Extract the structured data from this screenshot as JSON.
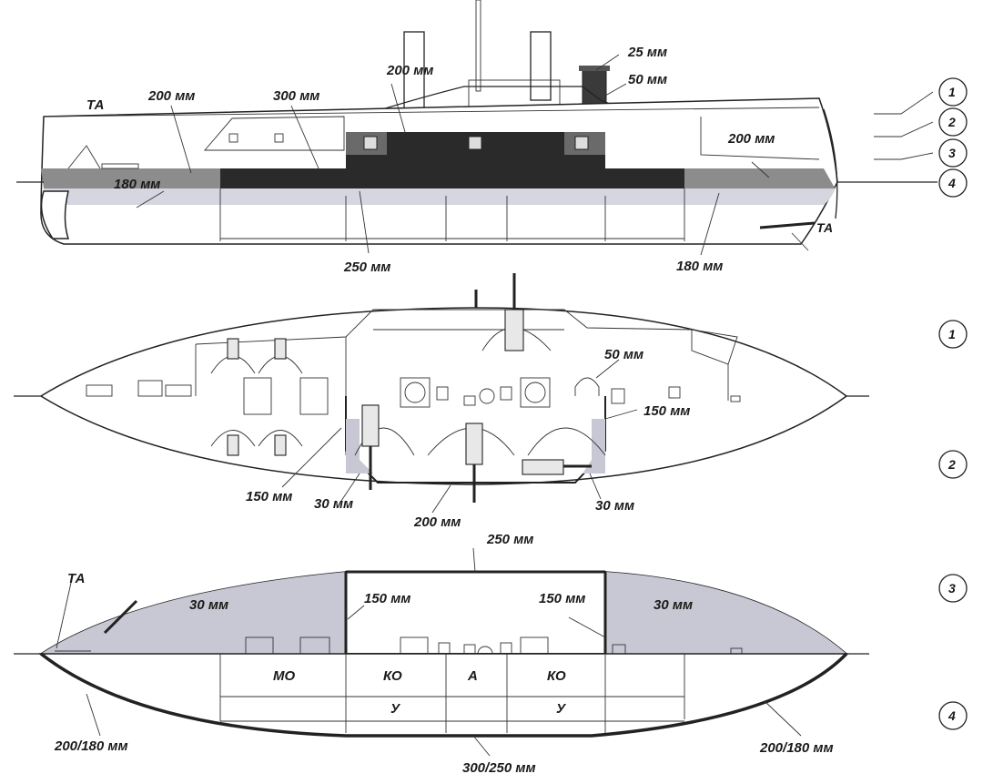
{
  "side_view": {
    "ta": "ТА",
    "a200_left": "200 мм",
    "a300": "300 мм",
    "a200_top": "200 мм",
    "a25": "25 мм",
    "a50": "50 мм",
    "a200_right": "200 мм",
    "a180_left": "180 мм",
    "a250": "250 мм",
    "a180_right": "180 мм",
    "ta_right": "ТА"
  },
  "deck_plan": {
    "a50": "50 мм",
    "a150_right": "150 мм",
    "a150_left": "150 мм",
    "a30_left": "30 мм",
    "a200": "200 мм",
    "a30_right": "30 мм"
  },
  "lower_plan": {
    "a250": "250 мм",
    "ta": "ТА",
    "a30_left": "30 мм",
    "a150_left": "150 мм",
    "a150_right": "150 мм",
    "a30_right": "30 мм",
    "mo": "МО",
    "ko_left": "КО",
    "a": "А",
    "ko_right": "КО",
    "u_left": "У",
    "u_right": "У",
    "a200_180_left": "200/180 мм",
    "a300_250": "300/250 мм",
    "a200_180_right": "200/180 мм"
  },
  "markers": [
    "1",
    "2",
    "3",
    "4",
    "1",
    "2",
    "3",
    "4"
  ]
}
